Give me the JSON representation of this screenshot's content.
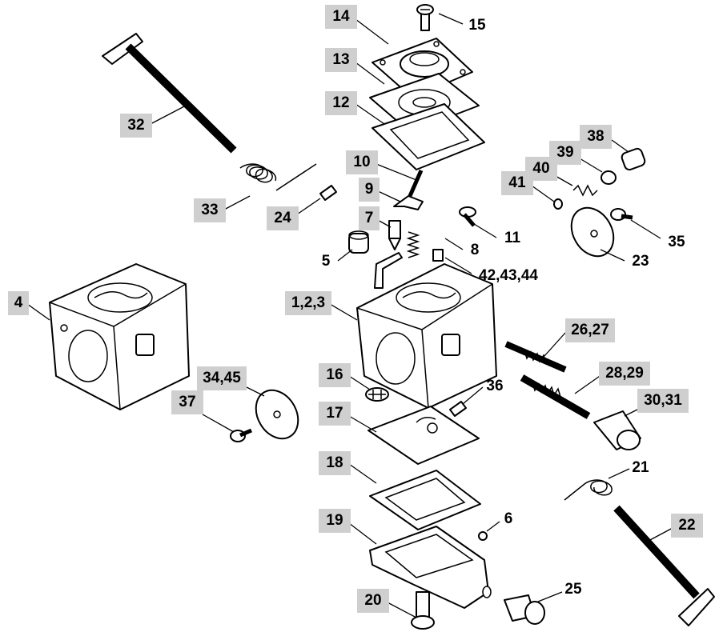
{
  "callouts": [
    {
      "id": "c14",
      "label": "14"
    },
    {
      "id": "c15",
      "label": "15"
    },
    {
      "id": "c13",
      "label": "13"
    },
    {
      "id": "c12",
      "label": "12"
    },
    {
      "id": "c32",
      "label": "32"
    },
    {
      "id": "c38",
      "label": "38"
    },
    {
      "id": "c39",
      "label": "39"
    },
    {
      "id": "c40",
      "label": "40"
    },
    {
      "id": "c41",
      "label": "41"
    },
    {
      "id": "c10",
      "label": "10"
    },
    {
      "id": "c9",
      "label": "9"
    },
    {
      "id": "c33",
      "label": "33"
    },
    {
      "id": "c24",
      "label": "24"
    },
    {
      "id": "c7",
      "label": "7"
    },
    {
      "id": "c11",
      "label": "11"
    },
    {
      "id": "c35",
      "label": "35"
    },
    {
      "id": "c5",
      "label": "5"
    },
    {
      "id": "c8",
      "label": "8"
    },
    {
      "id": "c23",
      "label": "23"
    },
    {
      "id": "c424344",
      "label": "42,43,44"
    },
    {
      "id": "c4",
      "label": "4"
    },
    {
      "id": "c123",
      "label": "1,2,3"
    },
    {
      "id": "c2627",
      "label": "26,27"
    },
    {
      "id": "c3445",
      "label": "34,45"
    },
    {
      "id": "c16",
      "label": "16"
    },
    {
      "id": "c2829",
      "label": "28,29"
    },
    {
      "id": "c36",
      "label": "36"
    },
    {
      "id": "c37",
      "label": "37"
    },
    {
      "id": "c3031",
      "label": "30,31"
    },
    {
      "id": "c17",
      "label": "17"
    },
    {
      "id": "c18",
      "label": "18"
    },
    {
      "id": "c21",
      "label": "21"
    },
    {
      "id": "c6",
      "label": "6"
    },
    {
      "id": "c19",
      "label": "19"
    },
    {
      "id": "c22",
      "label": "22"
    },
    {
      "id": "c25",
      "label": "25"
    },
    {
      "id": "c20",
      "label": "20"
    }
  ]
}
